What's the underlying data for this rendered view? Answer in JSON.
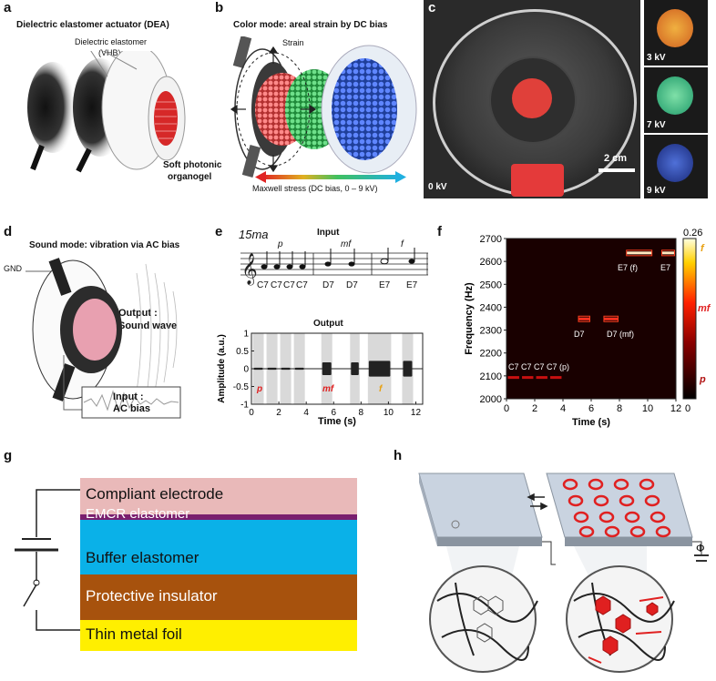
{
  "panels": {
    "a": {
      "label": "a",
      "title": "Dielectric elastomer actuator (DEA)",
      "callout_elastomer_1": "Dielectric elastomer",
      "callout_elastomer_2": "(VHB)",
      "callout_gel_1": "Soft photonic",
      "callout_gel_2": "organogel"
    },
    "b": {
      "label": "b",
      "title": "Color mode: areal strain by DC bias",
      "strain": "Strain",
      "stress": "Maxwell stress (DC bias, 0 – 9 kV)"
    },
    "c": {
      "label": "c",
      "main_voltage": "0 kV",
      "scale": "2 cm",
      "thumbs": [
        {
          "voltage": "3 kV",
          "color": "#e08a2a"
        },
        {
          "voltage": "7 kV",
          "color": "#2fb07a"
        },
        {
          "voltage": "9 kV",
          "color": "#2a3fae"
        }
      ]
    },
    "d": {
      "label": "d",
      "title": "Sound mode: vibration via AC bias",
      "gnd": "GND",
      "output_1": "Output :",
      "output_2": "Sound wave",
      "input_1": "Input :",
      "input_2": "AC bias"
    },
    "e": {
      "label": "e",
      "input_title": "Input",
      "octave": "15ma",
      "dyn_p": "p",
      "dyn_mf": "mf",
      "dyn_f": "f",
      "notes": [
        "C7",
        "C7",
        "C7",
        "C7",
        "D7",
        "D7",
        "E7",
        "E7"
      ],
      "output_title": "Output",
      "ylabel": "Amplitude (a.u.)",
      "xlabel": "Time (s)",
      "yticks": [
        "1",
        "0.5",
        "0",
        "-0.5",
        "-1"
      ],
      "xticks": [
        "0",
        "2",
        "4",
        "6",
        "8",
        "10",
        "12"
      ],
      "plot_labels": {
        "p": "p",
        "mf": "mf",
        "f": "f"
      }
    },
    "f": {
      "label": "f",
      "ylabel": "Frequency (Hz)",
      "xlabel": "Time (s)",
      "yticks": [
        "2700",
        "2600",
        "2500",
        "2400",
        "2300",
        "2200",
        "2100",
        "2000"
      ],
      "xticks": [
        "0",
        "2",
        "4",
        "6",
        "8",
        "10",
        "12"
      ],
      "cbar_top": "0.26",
      "cbar_bottom": "0",
      "cbar_f": "f",
      "cbar_mf": "mf",
      "cbar_p": "p",
      "annot_c7": "C7  C7  C7  C7 (p)",
      "annot_d7a": "D7",
      "annot_d7b": "D7 (mf)",
      "annot_e7a": "E7  (f)",
      "annot_e7b": "E7"
    },
    "g": {
      "label": "g",
      "layers": [
        {
          "name": "Compliant electrode",
          "color": "#e9b9b9"
        },
        {
          "name": "EMCR elastomer",
          "color": "#7a1f6e"
        },
        {
          "name": "Buffer elastomer",
          "color": "#0ab1e8"
        },
        {
          "name": "Protective insulator",
          "color": "#a7520d"
        },
        {
          "name": "Thin metal foil",
          "color": "#ffef00"
        }
      ]
    },
    "h": {
      "label": "h",
      "phi": "Φ"
    }
  },
  "chart_data": [
    {
      "type": "line",
      "panel": "e-output",
      "xlabel": "Time (s)",
      "ylabel": "Amplitude (a.u.)",
      "xlim": [
        0,
        12.5
      ],
      "ylim": [
        -1,
        1
      ],
      "segments": [
        {
          "start": 0.1,
          "end": 0.9,
          "amp": 0.03
        },
        {
          "start": 1.1,
          "end": 1.9,
          "amp": 0.03
        },
        {
          "start": 2.1,
          "end": 2.9,
          "amp": 0.03
        },
        {
          "start": 3.1,
          "end": 3.9,
          "amp": 0.03
        },
        {
          "start": 5.1,
          "end": 5.9,
          "amp": 0.18
        },
        {
          "start": 7.2,
          "end": 7.9,
          "amp": 0.18
        },
        {
          "start": 8.5,
          "end": 10.2,
          "amp": 0.22
        },
        {
          "start": 11.0,
          "end": 11.8,
          "amp": 0.22
        }
      ]
    },
    {
      "type": "heatmap",
      "panel": "f",
      "xlabel": "Time (s)",
      "ylabel": "Frequency (Hz)",
      "xlim": [
        0,
        12
      ],
      "ylim": [
        2000,
        2700
      ],
      "tones": [
        {
          "start": 0.1,
          "end": 0.9,
          "freq": 2093,
          "level": "p"
        },
        {
          "start": 1.1,
          "end": 1.9,
          "freq": 2093,
          "level": "p"
        },
        {
          "start": 2.1,
          "end": 2.9,
          "freq": 2093,
          "level": "p"
        },
        {
          "start": 3.1,
          "end": 3.9,
          "freq": 2093,
          "level": "p"
        },
        {
          "start": 5.1,
          "end": 5.9,
          "freq": 2349,
          "level": "mf"
        },
        {
          "start": 6.9,
          "end": 7.9,
          "freq": 2349,
          "level": "mf"
        },
        {
          "start": 8.5,
          "end": 10.3,
          "freq": 2637,
          "level": "f"
        },
        {
          "start": 11.0,
          "end": 11.9,
          "freq": 2637,
          "level": "f"
        }
      ]
    }
  ]
}
